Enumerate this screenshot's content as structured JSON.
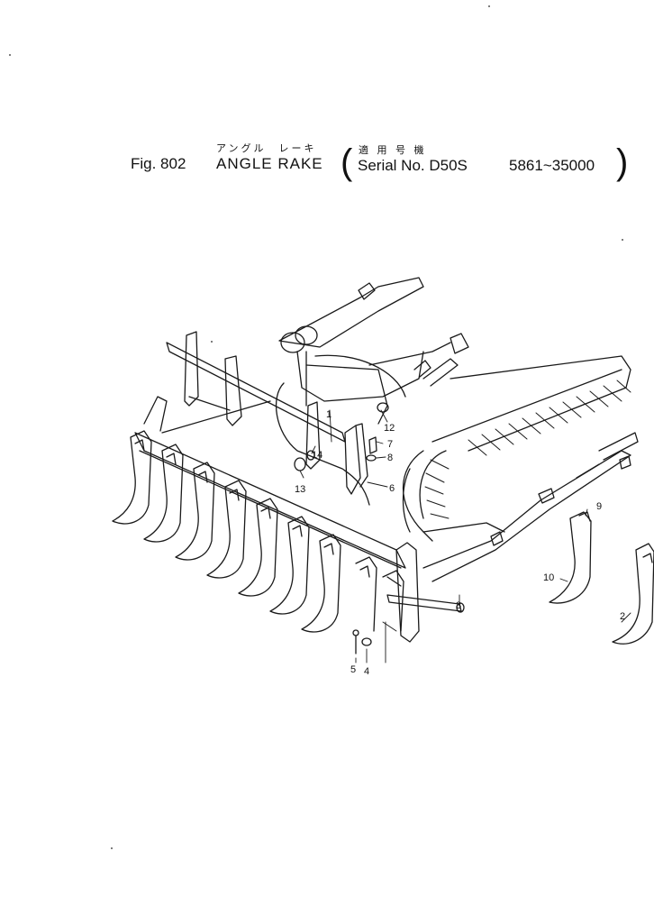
{
  "header": {
    "title_jp": "アングル　レーキ",
    "applicable_jp": "適 用 号 機",
    "fig_label": "Fig. 802",
    "title_en": "ANGLE RAKE",
    "serial_label": "Serial No. D50S",
    "serial_range": "5861~35000"
  },
  "callouts": [
    {
      "id": "1",
      "label": "1"
    },
    {
      "id": "2",
      "label": "2"
    },
    {
      "id": "3",
      "label": "3"
    },
    {
      "id": "4",
      "label": "4"
    },
    {
      "id": "5",
      "label": "5"
    },
    {
      "id": "6",
      "label": "6"
    },
    {
      "id": "7",
      "label": "7"
    },
    {
      "id": "8",
      "label": "8"
    },
    {
      "id": "9",
      "label": "9"
    },
    {
      "id": "10",
      "label": "10"
    },
    {
      "id": "12",
      "label": "12"
    },
    {
      "id": "13",
      "label": "13"
    },
    {
      "id": "14",
      "label": "14"
    }
  ]
}
